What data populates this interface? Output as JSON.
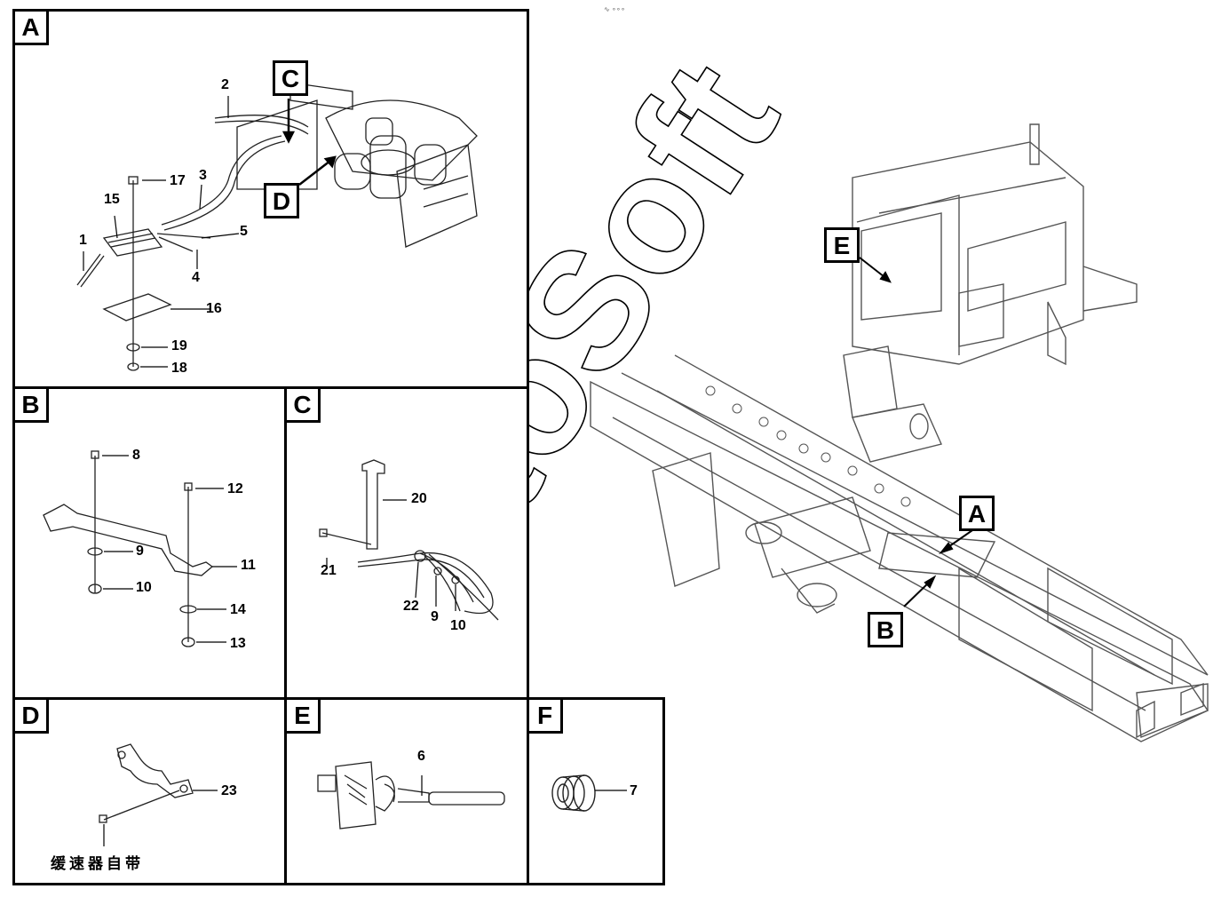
{
  "panels": {
    "A": {
      "tag": "A",
      "labels": {
        "n1": "1",
        "n2": "2",
        "n3": "3",
        "n4": "4",
        "n5": "5",
        "n15": "15",
        "n16": "16",
        "n17": "17",
        "n18": "18",
        "n19": "19"
      },
      "callouts": {
        "c": "C",
        "d": "D"
      }
    },
    "B": {
      "tag": "B",
      "labels": {
        "n8": "8",
        "n9": "9",
        "n10": "10",
        "n11": "11",
        "n12": "12",
        "n13": "13",
        "n14": "14"
      }
    },
    "C": {
      "tag": "C",
      "labels": {
        "n20": "20",
        "n21": "21",
        "n22": "22",
        "n9": "9",
        "n10": "10"
      }
    },
    "D": {
      "tag": "D",
      "labels": {
        "n23": "23"
      },
      "note": "缓速器自带"
    },
    "E": {
      "tag": "E",
      "labels": {
        "n6": "6"
      }
    },
    "F": {
      "tag": "F",
      "labels": {
        "n7": "7"
      }
    }
  },
  "overview": {
    "callouts": {
      "a": "A",
      "b": "B",
      "e": "E"
    },
    "corner_mark": "∿ ∘∘∘"
  },
  "watermark": "AutoSoft"
}
